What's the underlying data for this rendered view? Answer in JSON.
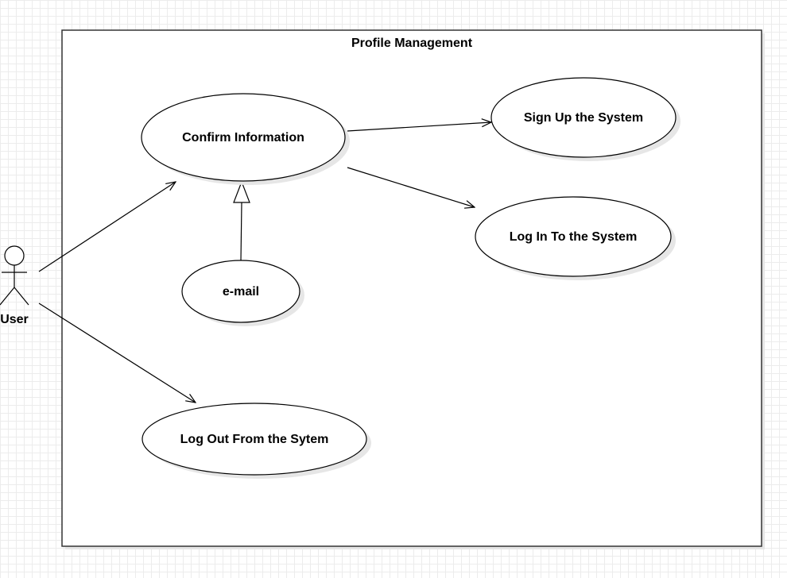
{
  "system": {
    "title": "Profile Management"
  },
  "actor": {
    "name": "User"
  },
  "use_cases": {
    "confirm_information": "Confirm Information",
    "sign_up": "Sign Up the System",
    "log_in": "Log In To the System",
    "email": "e-mail",
    "log_out": "Log Out From the Sytem"
  },
  "relationships": [
    {
      "type": "association",
      "from": "User",
      "to": "Confirm Information"
    },
    {
      "type": "association",
      "from": "User",
      "to": "Log Out From the Sytem"
    },
    {
      "type": "association",
      "from": "Confirm Information",
      "to": "Sign Up the System"
    },
    {
      "type": "association",
      "from": "Confirm Information",
      "to": "Log In To the System"
    },
    {
      "type": "generalization",
      "from": "e-mail",
      "to": "Confirm Information"
    }
  ],
  "colors": {
    "stroke": "#000000",
    "boundary": "#333333",
    "shadow": "#e6e6e6",
    "grid": "#ececec"
  }
}
